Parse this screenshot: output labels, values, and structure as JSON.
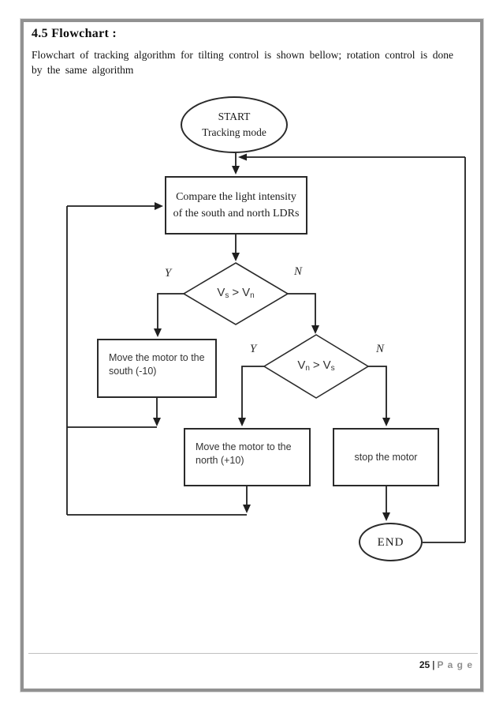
{
  "document": {
    "heading": "4.5 Flowchart :",
    "body_text": "Flowchart of tracking algorithm for tilting control is shown bellow; rotation control is done by the same algorithm",
    "footer": {
      "page_number": "25",
      "separator": "|",
      "page_word": "P a g e"
    }
  },
  "flowchart": {
    "start": {
      "line1": "START",
      "line2": "Tracking mode"
    },
    "compare": {
      "line1": "Compare the light intensity",
      "line2": "of the south and north LDRs"
    },
    "decision1": {
      "var1": "V",
      "sub1": "s",
      "op": ">",
      "var2": "V",
      "sub2": "n",
      "yes_label": "Y",
      "no_label": "N"
    },
    "decision2": {
      "var1": "V",
      "sub1": "n",
      "op": ">",
      "var2": "V",
      "sub2": "s",
      "yes_label": "Y",
      "no_label": "N"
    },
    "move_south": {
      "line1": "Move the motor to the",
      "line2": "south (-10)"
    },
    "move_north": {
      "line1": "Move the motor to the",
      "line2": "north (+10)"
    },
    "stop_motor": {
      "label": "stop the motor"
    },
    "end": {
      "label": "END"
    }
  },
  "colors": {
    "line": "#1f1f1f",
    "frame_border": "#919191",
    "footer_gray": "#8f8f8f",
    "footer_rule": "#bfbfbf"
  }
}
